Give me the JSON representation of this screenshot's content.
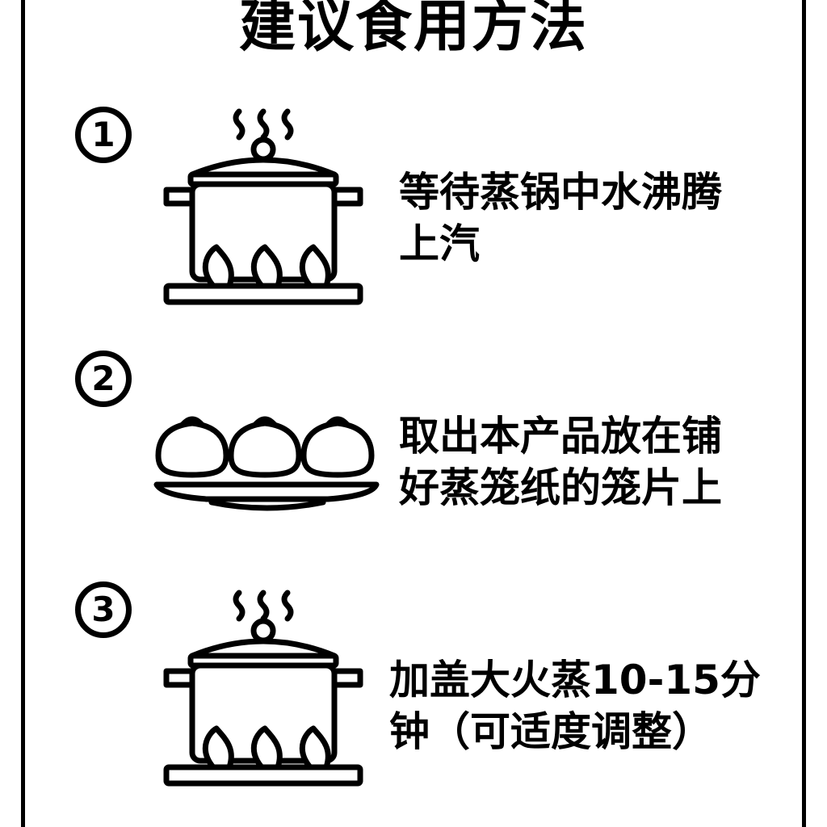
{
  "title": "建议食用方法",
  "steps": [
    {
      "number": "1",
      "icon": "steaming-pot-icon",
      "lines": [
        "等待蒸锅中水沸腾",
        "上汽"
      ]
    },
    {
      "number": "2",
      "icon": "buns-on-plate-icon",
      "lines": [
        "取出本产品放在铺",
        "好蒸笼纸的笼片上"
      ]
    },
    {
      "number": "3",
      "icon": "steaming-pot-icon",
      "lines": [
        "加盖大火蒸10-15分",
        "钟（可适度调整）"
      ]
    }
  ]
}
